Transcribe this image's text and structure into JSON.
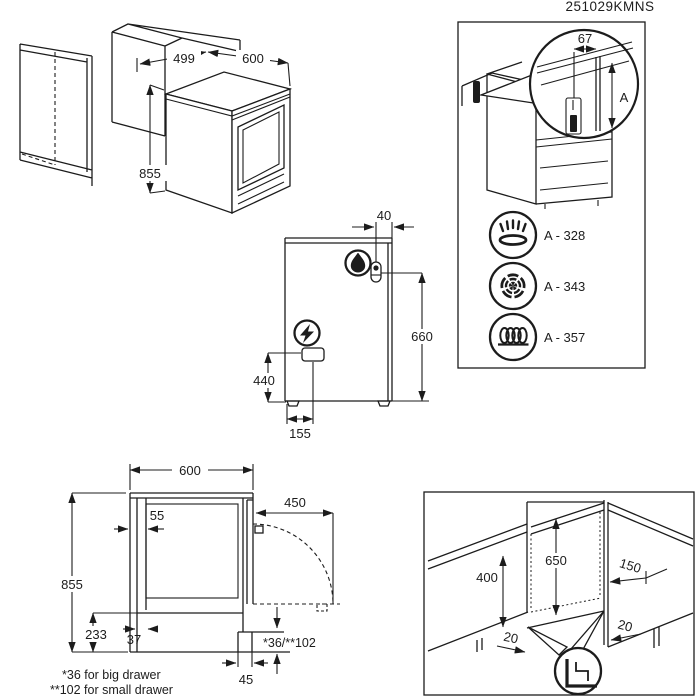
{
  "header": {
    "code": "251029KMNS"
  },
  "install_view": {
    "dims": {
      "cabinet_depth": "499",
      "width": "600",
      "height": "855"
    }
  },
  "bracket_detail": {
    "bracket_offset": "67",
    "height_letter": "A",
    "variants": [
      {
        "icon": "gas-burner-icon",
        "label": "A - 328"
      },
      {
        "icon": "radiant-hob-icon",
        "label": "A - 343"
      },
      {
        "icon": "coil-hob-icon",
        "label": "A - 357"
      }
    ]
  },
  "rear_view": {
    "dims": {
      "gas_offset_right": "40",
      "gas_height": "660",
      "terminal_height": "440",
      "terminal_offset_left": "155"
    }
  },
  "side_view": {
    "dims": {
      "depth": "600",
      "height": "855",
      "rear_gap": "55",
      "door_clearance": "450",
      "plinth_height": "233",
      "rear_offset": "37",
      "foot_depth": "45",
      "drawer_gap": "*36/**102"
    },
    "notes": [
      "*36 for big drawer",
      "**102 for small drawer"
    ]
  },
  "niche_view": {
    "dims": {
      "counter_height": "400",
      "niche_height": "650",
      "side_depth": "150",
      "toe_kick_left": "20",
      "toe_kick_right": "20"
    }
  }
}
